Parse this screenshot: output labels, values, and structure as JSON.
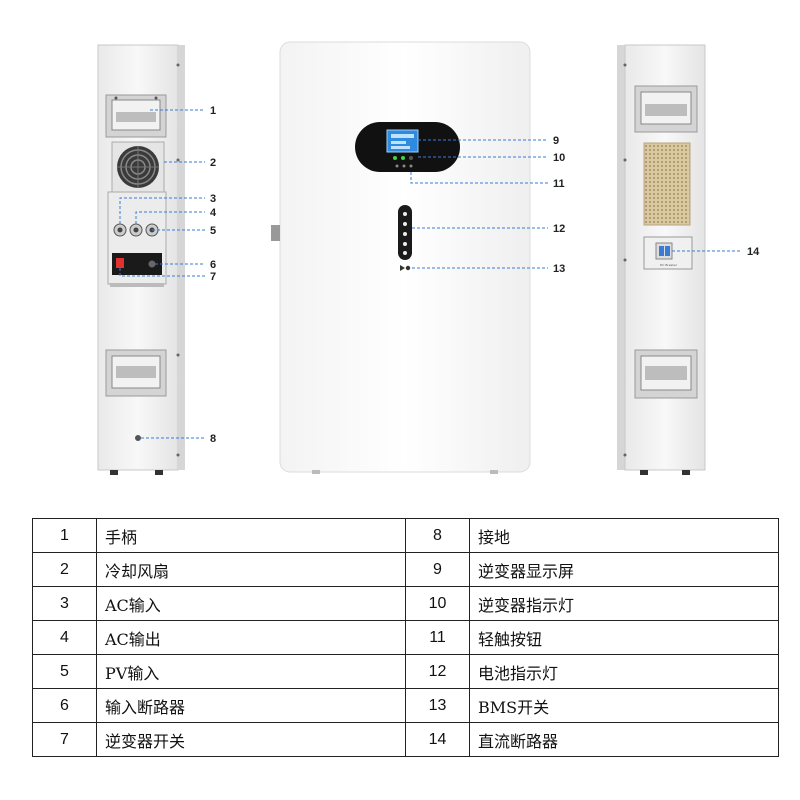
{
  "device_views": [
    {
      "name": "left-side-view"
    },
    {
      "name": "front-view"
    },
    {
      "name": "right-side-view"
    }
  ],
  "callouts": [
    "1",
    "2",
    "3",
    "4",
    "5",
    "6",
    "7",
    "8",
    "9",
    "10",
    "11",
    "12",
    "13",
    "14"
  ],
  "legend_rows": [
    {
      "left_num": "1",
      "left_label": "手柄",
      "right_num": "8",
      "right_label": "接地"
    },
    {
      "left_num": "2",
      "left_label": "冷却风扇",
      "right_num": "9",
      "right_label": "逆变器显示屏"
    },
    {
      "left_num": "3",
      "left_label": "AC输入",
      "right_num": "10",
      "right_label": "逆变器指示灯"
    },
    {
      "left_num": "4",
      "left_label": "AC输出",
      "right_num": "11",
      "right_label": "轻触按钮"
    },
    {
      "left_num": "5",
      "left_label": "PV输入",
      "right_num": "12",
      "right_label": "电池指示灯"
    },
    {
      "left_num": "6",
      "left_label": "输入断路器",
      "right_num": "13",
      "right_label": "BMS开关"
    },
    {
      "left_num": "7",
      "left_label": "逆变器开关",
      "right_num": "14",
      "right_label": "直流断路器"
    }
  ],
  "colors": {
    "callout_line": "#3a7bd5",
    "display_blue": "#2f8be0",
    "led_green": "#3fd33f",
    "vent_tan": "#c9b48a",
    "body_white": "#f7f7f7"
  }
}
